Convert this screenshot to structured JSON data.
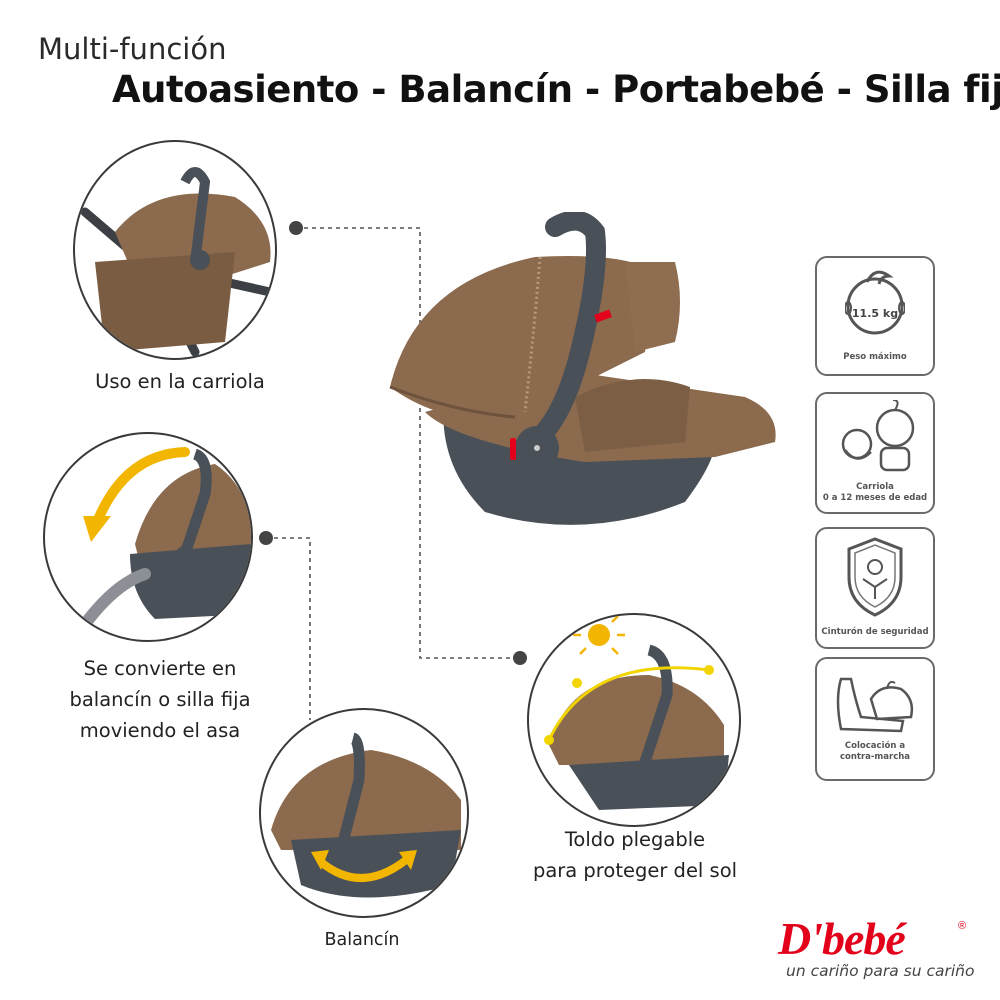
{
  "header": {
    "subtitle": "Multi-función",
    "title": "Autoasiento - Balancín - Portabebé - Silla fija"
  },
  "features": [
    {
      "caption": "Uso en la carriola"
    },
    {
      "caption_lines": [
        "Se convierte en",
        "balancín o silla fija",
        "moviendo el asa"
      ]
    },
    {
      "caption": "Balancín"
    },
    {
      "caption_lines": [
        "Toldo plegable",
        "para proteger del sol"
      ]
    }
  ],
  "specs": [
    {
      "icon": "baby-face-weight-icon",
      "value": "11.5 kg",
      "label": "Peso máximo"
    },
    {
      "icon": "baby-carriola-icon",
      "label_lines": [
        "Carriola",
        "0 a 12 meses de edad"
      ]
    },
    {
      "icon": "safety-harness-shield-icon",
      "label": "Cinturón de seguridad"
    },
    {
      "icon": "rear-facing-seat-icon",
      "label_lines": [
        "Colocación a",
        "contra-marcha"
      ]
    }
  ],
  "brand": {
    "logo": "D'bebé",
    "registered": "®",
    "tagline": "un cariño para su cariño"
  },
  "colors": {
    "fabric": "#8b6a4e",
    "fabric_dark": "#6e523b",
    "shell": "#4a5058",
    "accent_red": "#e3001b",
    "arrow_yellow": "#f2b600"
  }
}
